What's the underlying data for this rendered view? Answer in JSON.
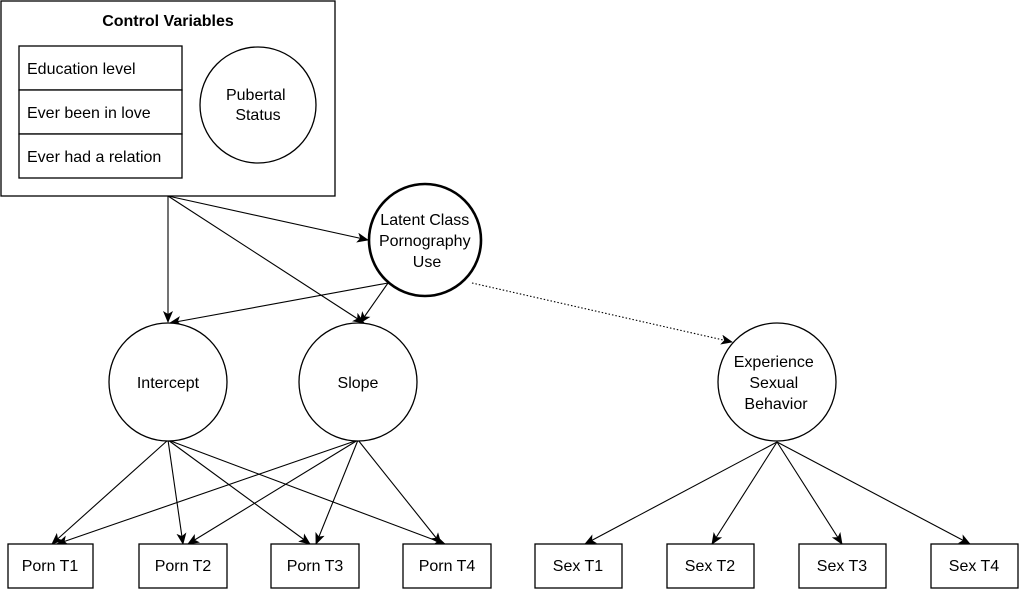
{
  "control_variables": {
    "title": "Control Variables",
    "items": [
      "Education level",
      "Ever been in love",
      "Ever had a relation"
    ],
    "pubertal_status": [
      "Pubertal",
      "Status"
    ]
  },
  "latent_class": [
    "Latent Class",
    "Pornography",
    "Use"
  ],
  "intercept": "Intercept",
  "slope": "Slope",
  "experience": [
    "Experience",
    "Sexual",
    "Behavior"
  ],
  "porn_indicators": [
    "Porn T1",
    "Porn T2",
    "Porn T3",
    "Porn T4"
  ],
  "sex_indicators": [
    "Sex T1",
    "Sex T2",
    "Sex T3",
    "Sex T4"
  ]
}
